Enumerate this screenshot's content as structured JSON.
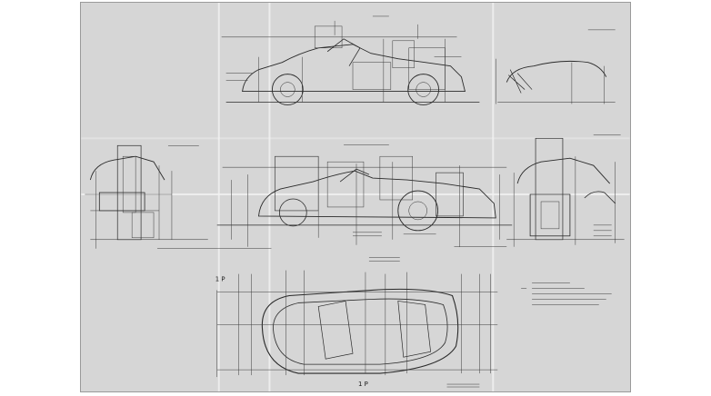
{
  "sheet": {
    "paper_color": "#d6d6d6",
    "line_color": "#2a2a2a",
    "fold_color": "#f2f2f2"
  },
  "views": [
    {
      "id": "side-elevation-top"
    },
    {
      "id": "section-top-right"
    },
    {
      "id": "front-view-left"
    },
    {
      "id": "side-elevation-middle"
    },
    {
      "id": "rear-view-right"
    },
    {
      "id": "plan-view-bottom"
    },
    {
      "id": "notes-block"
    }
  ],
  "markers": {
    "plan_left": "1 P",
    "plan_right": "1 P"
  }
}
